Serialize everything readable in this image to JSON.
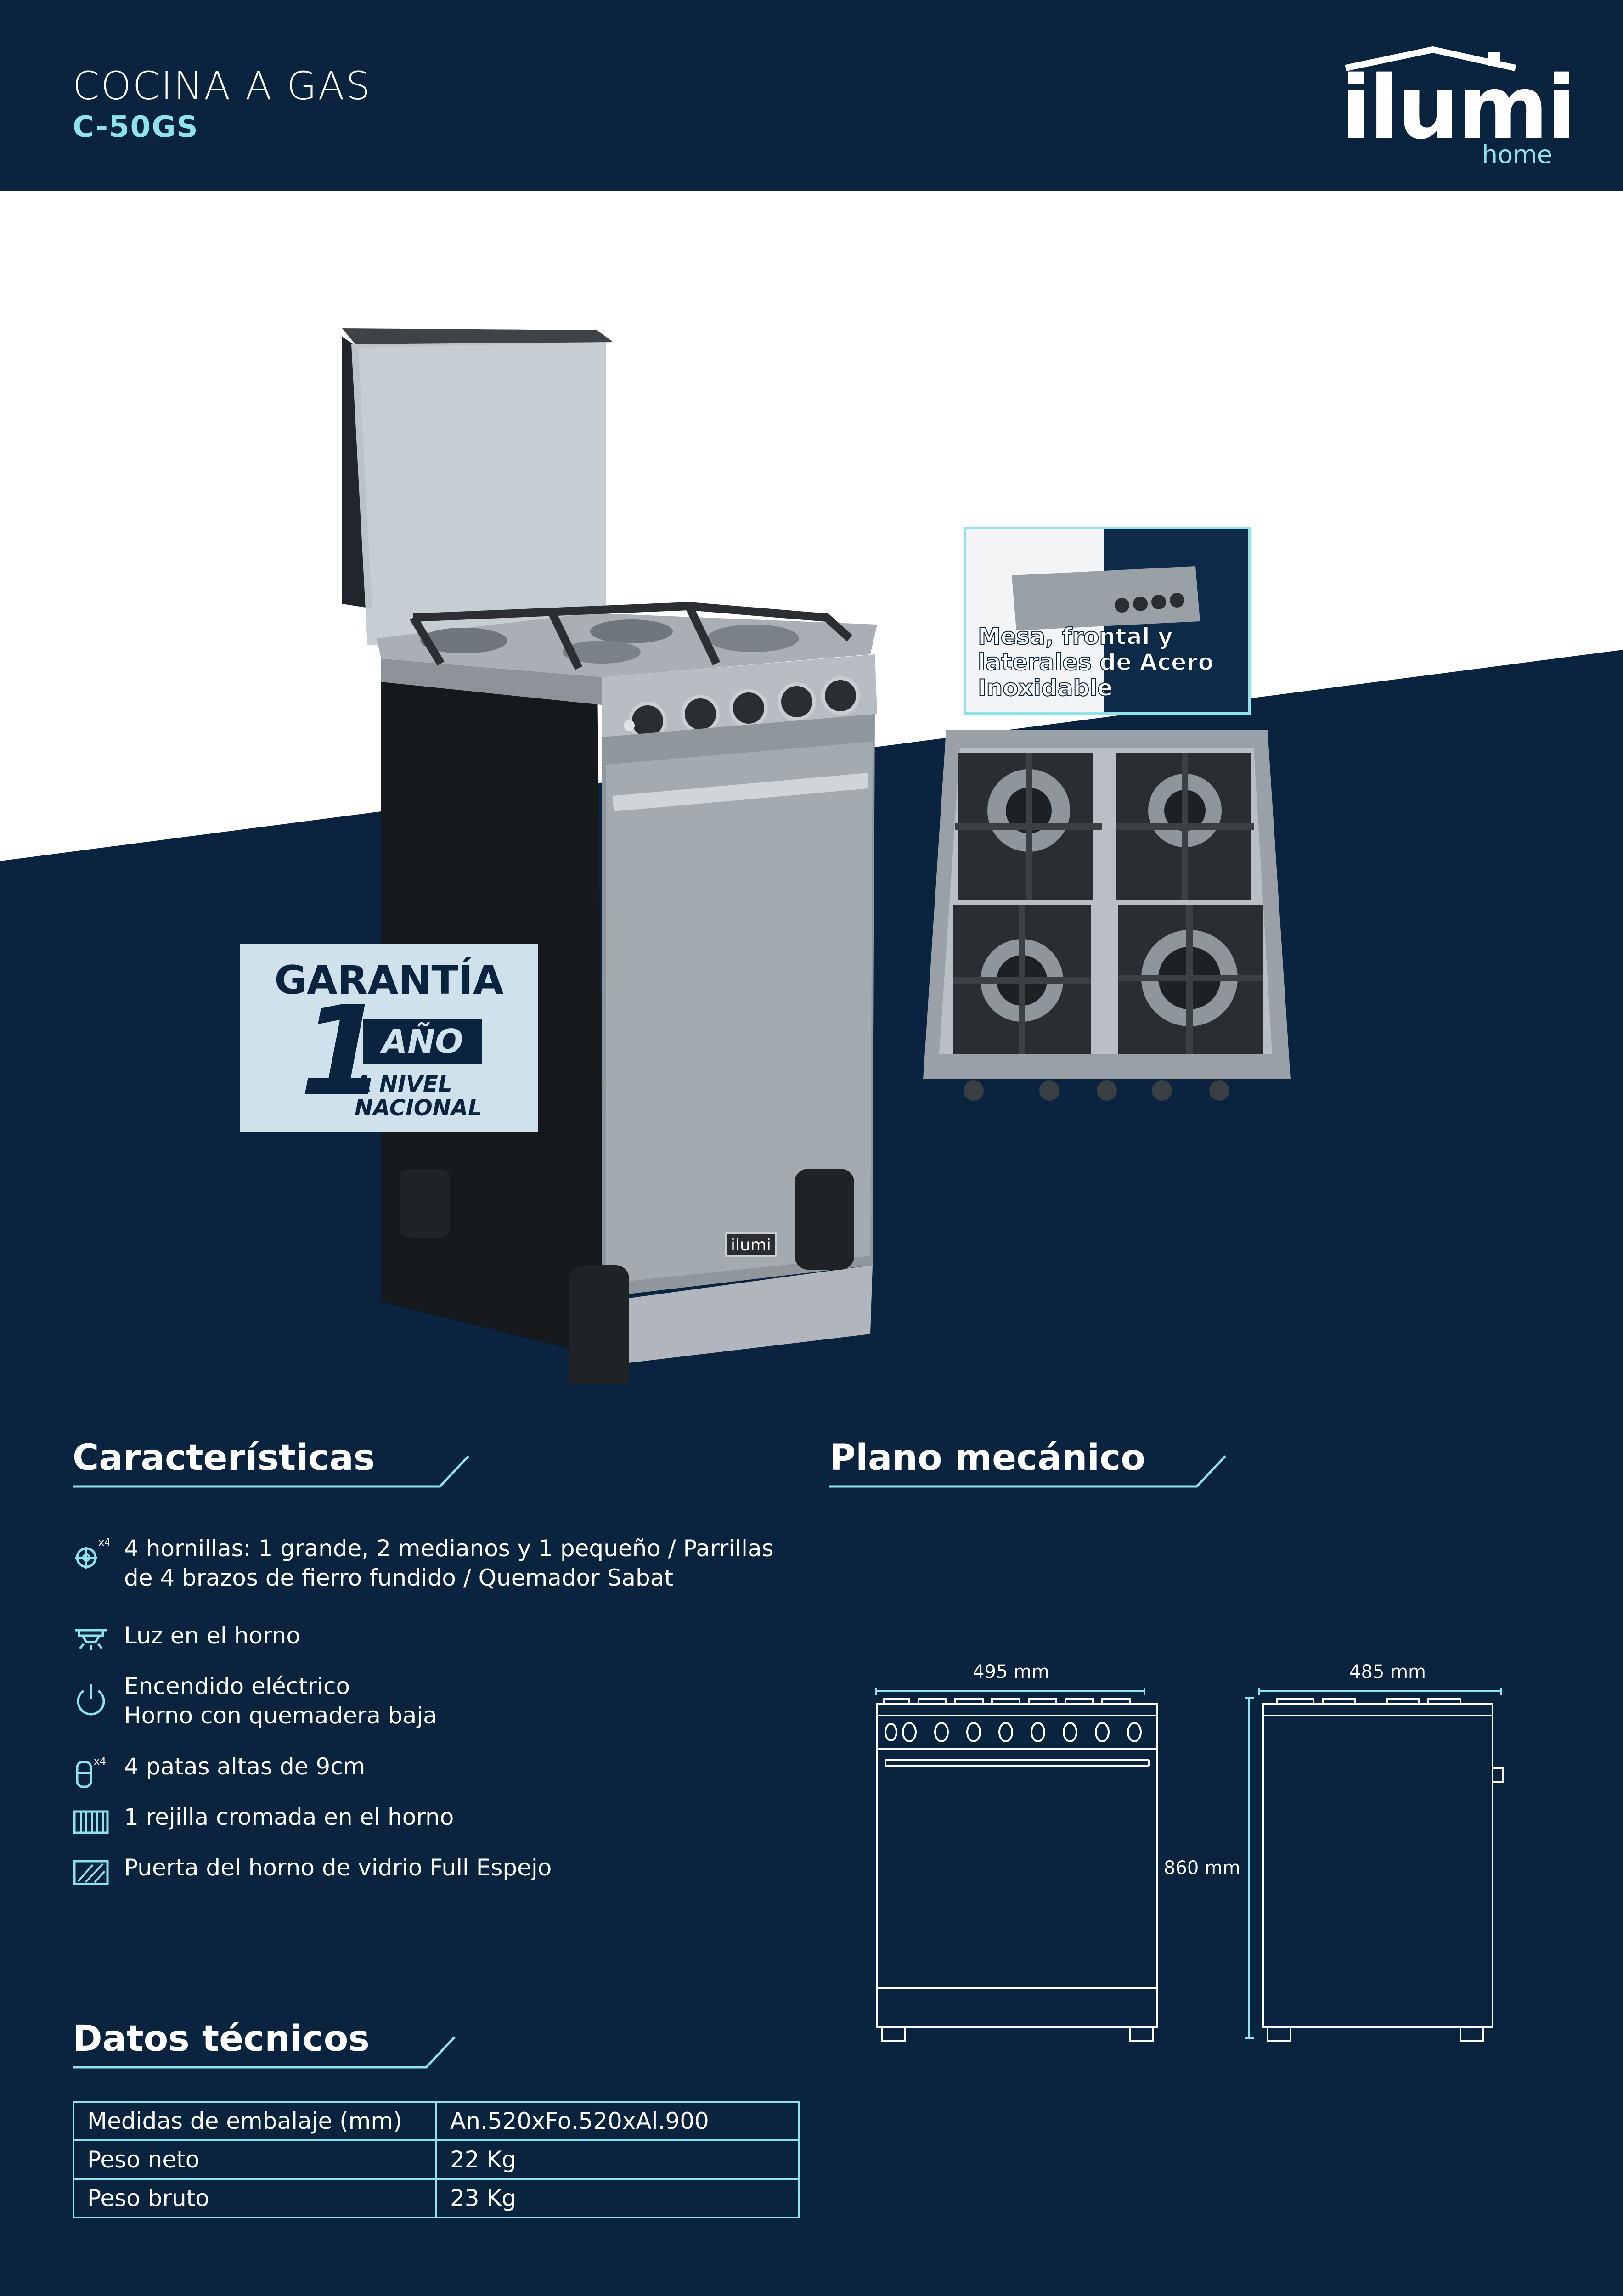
{
  "header": {
    "title": "COCINA A GAS",
    "model": "C-50GS",
    "logo_text": "ilumi",
    "logo_sub": "home"
  },
  "badge": {
    "warranty": "GARANTÍA",
    "number": "1",
    "unit": "AÑO",
    "scope_line1": "A NIVEL",
    "scope_line2": "NACIONAL"
  },
  "inset": {
    "caption_line1": "Mesa, frontal y",
    "caption_line2": "laterales de Acero",
    "caption_line3": "Inoxidable"
  },
  "product": {
    "door_brand": "ilumi"
  },
  "features": {
    "title": "Características",
    "items": [
      {
        "icon": "burner-x4-icon",
        "icon_label": "x4",
        "line1": "4 hornillas: 1 grande, 2 medianos y 1 pequeño / Parrillas",
        "line2": "de 4 brazos de fierro fundido / Quemador Sabat"
      },
      {
        "icon": "oven-light-icon",
        "line1": "Luz en el horno",
        "line2": ""
      },
      {
        "icon": "power-icon",
        "line1": "Encendido eléctrico",
        "line2": "Horno con quemadera baja"
      },
      {
        "icon": "leg-x4-icon",
        "icon_label": "x4",
        "line1": "4 patas altas de 9cm",
        "line2": ""
      },
      {
        "icon": "rack-icon",
        "line1": "1 rejilla cromada en el horno",
        "line2": ""
      },
      {
        "icon": "mirror-door-icon",
        "line1": "Puerta del horno de vidrio Full Espejo",
        "line2": ""
      }
    ]
  },
  "mechanical": {
    "title": "Plano mecánico",
    "width": "495 mm",
    "depth": "485 mm",
    "height": "860 mm"
  },
  "technical": {
    "title": "Datos técnicos",
    "rows": [
      {
        "label": "Medidas de embalaje (mm)",
        "value": "An.520xFo.520xAl.900"
      },
      {
        "label": "Peso neto",
        "value": "22 Kg"
      },
      {
        "label": "Peso bruto",
        "value": "23 Kg"
      }
    ]
  },
  "colors": {
    "navy": "#0a2440",
    "accent": "#8fe3ea",
    "badge_bg": "#cfe1ea"
  }
}
